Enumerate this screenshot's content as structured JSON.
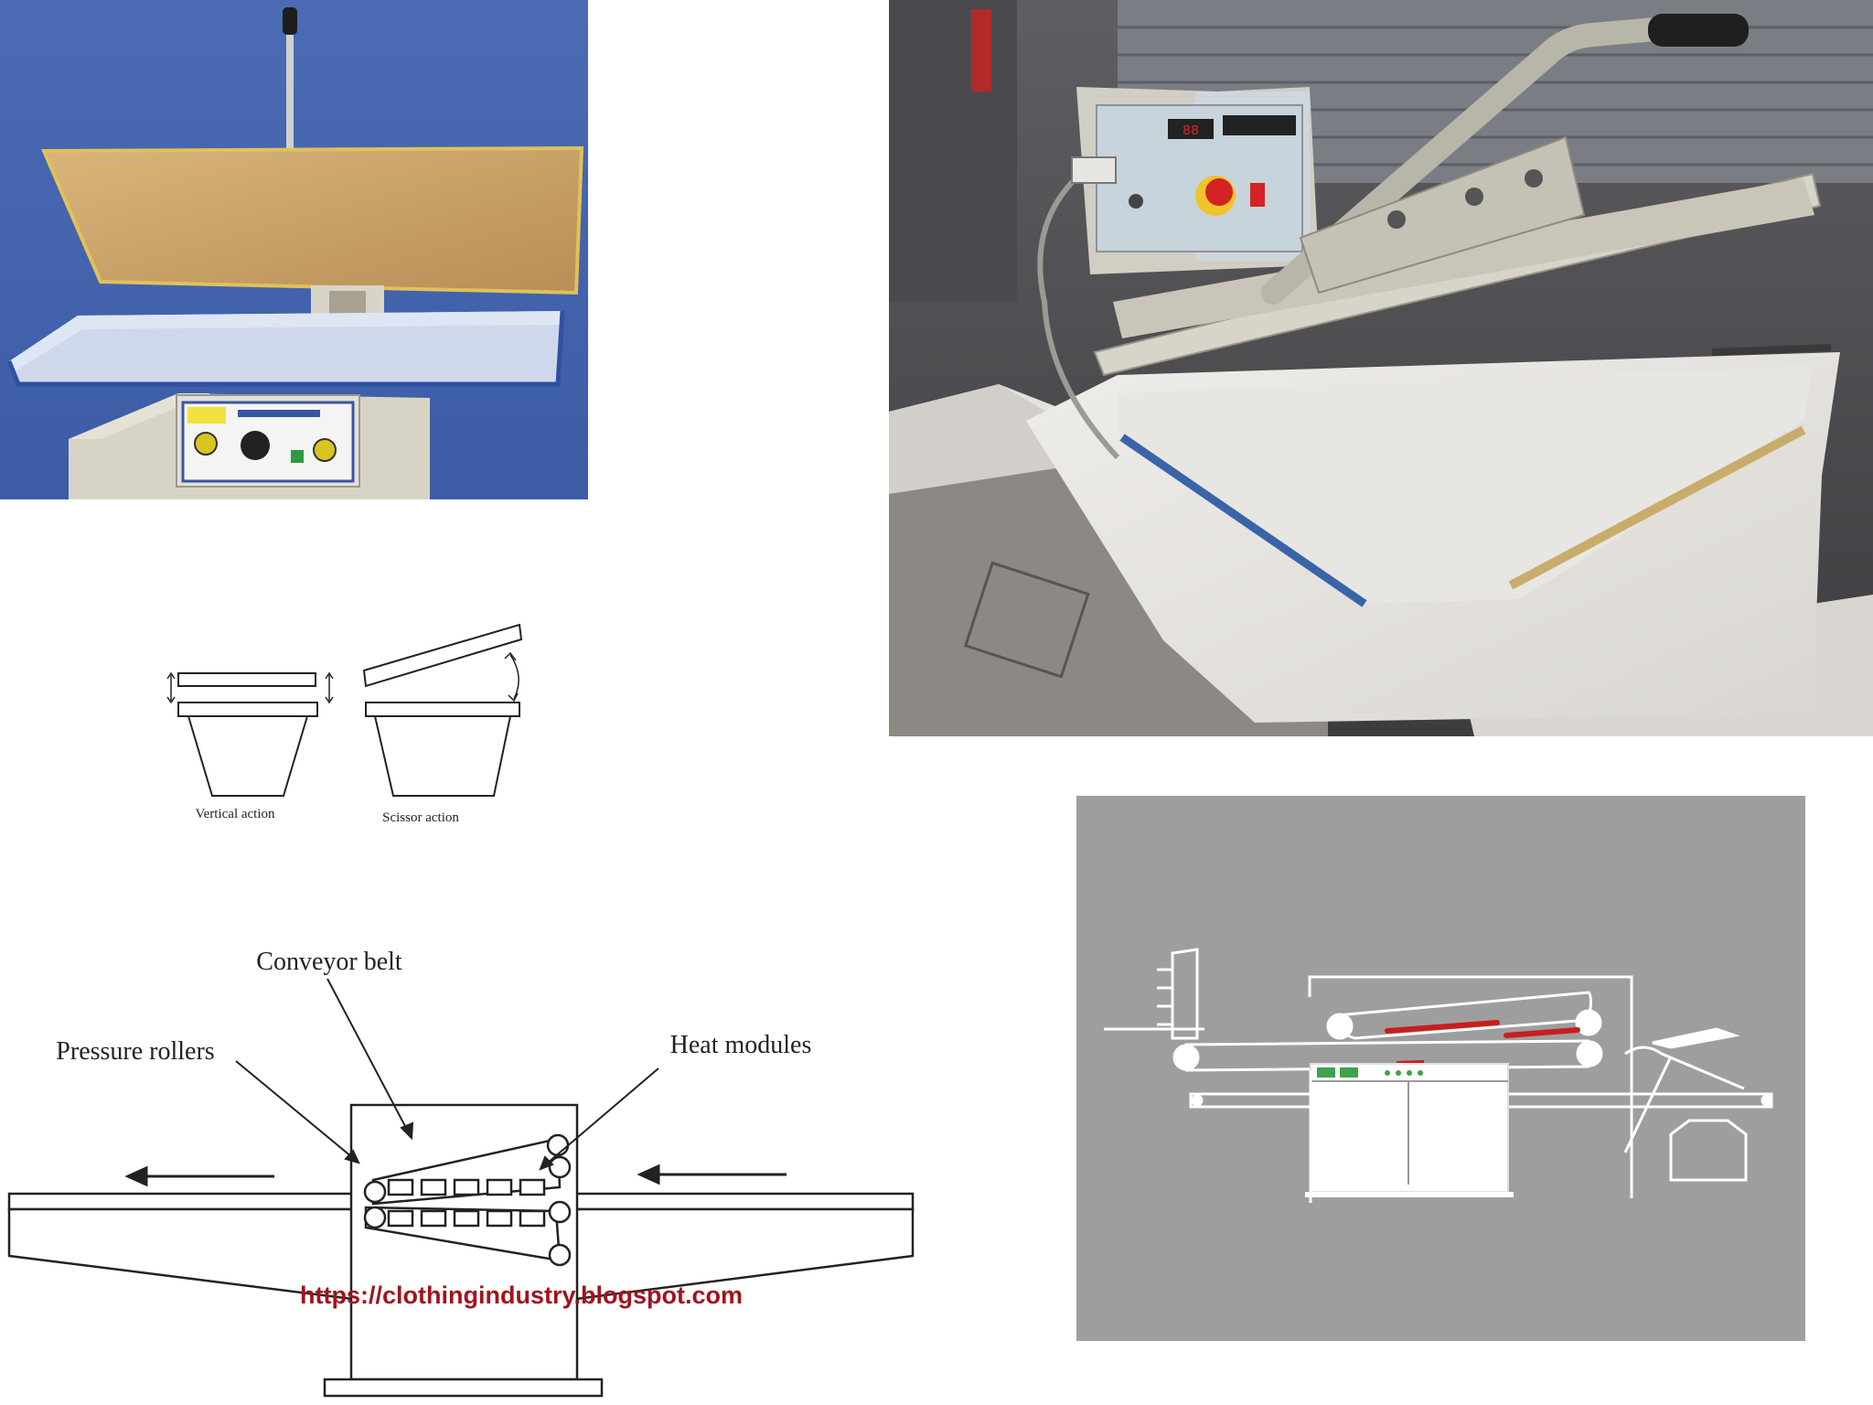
{
  "diagram_press_actions": {
    "vertical_label": "Vertical action",
    "scissor_label": "Scissor action"
  },
  "diagram_continuous_fusing": {
    "conveyor_belt_label": "Conveyor belt",
    "pressure_rollers_label": "Pressure rollers",
    "heat_modules_label": "Heat modules",
    "watermark": "https://clothingindustry.blogspot.com"
  },
  "colors": {
    "press_top": "#c9a066",
    "press_edge": "#3a5ea8",
    "wall_blue": "#4a6db3",
    "machine_grey": "#b8b4aa",
    "diagram_bg": "#9e9e9e",
    "heat_red": "#c81e1e",
    "watermark_red": "#a0141e",
    "screen_green": "#3da24a"
  }
}
